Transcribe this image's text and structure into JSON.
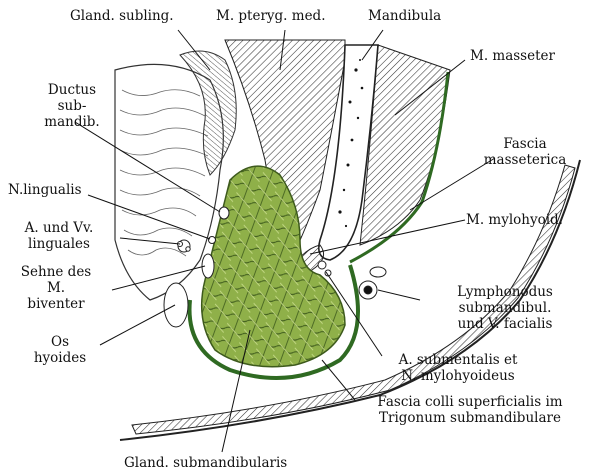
{
  "labels": {
    "gland_subling": "Gland. subling.",
    "m_pteryg_med": "M. pteryg. med.",
    "mandibula": "Mandibula",
    "m_masseter": "M. masseter",
    "ductus_l1": "Ductus",
    "ductus_l2": "sub-",
    "ductus_l3": "mandib.",
    "fascia_masseterica_l1": "Fascia",
    "fascia_masseterica_l2": "masseterica",
    "n_lingualis": "N.lingualis",
    "a_vv_l1": "A. und Vv.",
    "a_vv_l2": "linguales",
    "m_mylohyoid": "M. mylohyoid.",
    "sehne_l1": "Sehne des",
    "sehne_l2": "M.",
    "sehne_l3": "biventer",
    "lymph_l1": "Lymphonodus",
    "lymph_l2": "submandibul.",
    "lymph_l3": "und V. facialis",
    "os_l1": "Os",
    "os_l2": "hyoides",
    "a_sub_l1": "A. submentalis et",
    "a_sub_l2": "N. mylohyoideus",
    "fascia_colli_l1": "Fascia colli superficialis im",
    "fascia_colli_l2": "Trigonum submandibulare",
    "gland_submand": "Gland. submandibularis"
  },
  "colors": {
    "gland_fill": "#8fb049",
    "gland_dark": "#3d5a1c",
    "fascia_green": "#2f6a22",
    "ink": "#1a1a1a"
  }
}
